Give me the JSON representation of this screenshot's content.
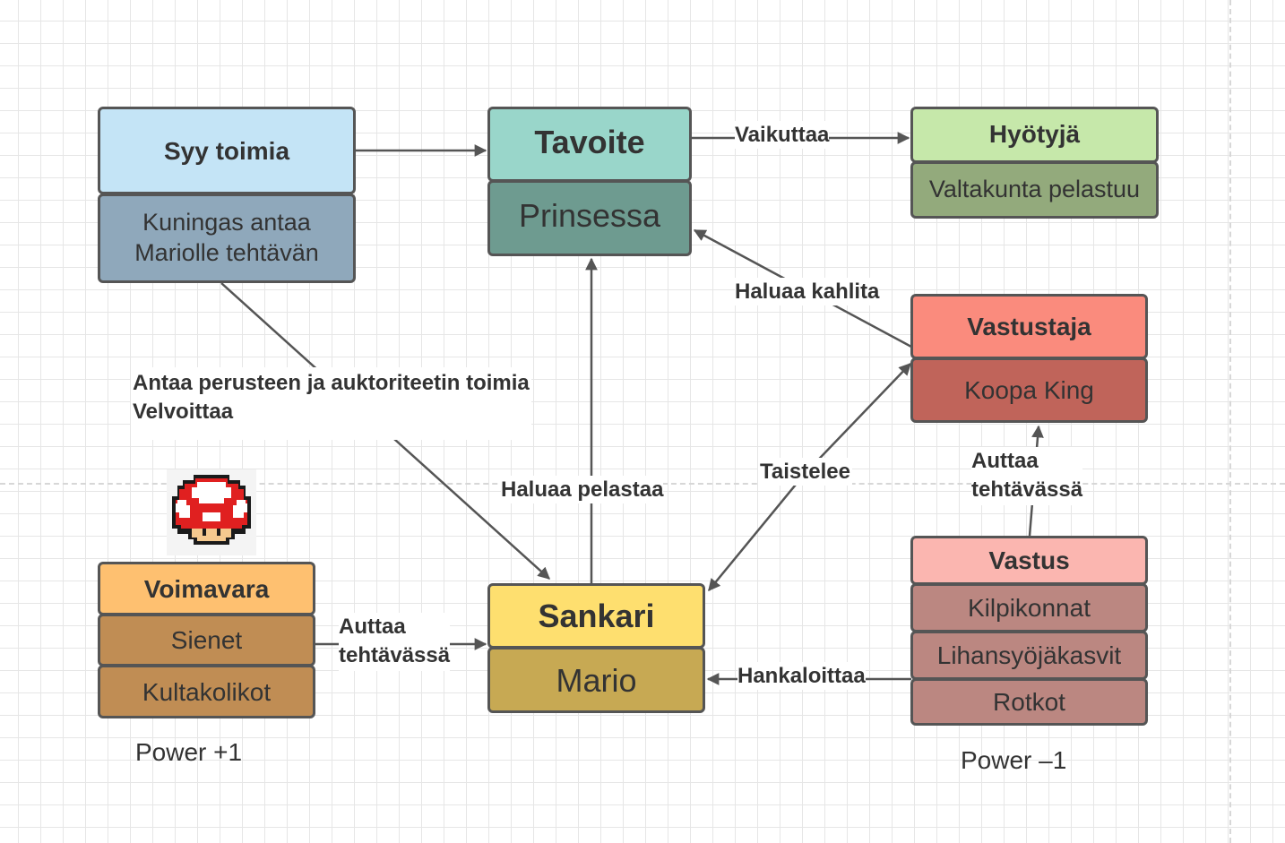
{
  "nodes": {
    "syy_toimia": {
      "header": "Syy toimia",
      "body": "Kuningas antaa\nMariolle tehtävän",
      "header_color": "#c4e4f6",
      "body_color": "#8fa8bb"
    },
    "tavoite": {
      "header": "Tavoite",
      "body": "Prinsessa",
      "header_color": "#99d6ca",
      "body_color": "#6e9b90"
    },
    "hyotyja": {
      "header": "Hyötyjä",
      "body": "Valtakunta pelastuu",
      "header_color": "#c6e8aa",
      "body_color": "#93aa7c"
    },
    "vastustaja": {
      "header": "Vastustaja",
      "body": "Koopa King",
      "header_color": "#fa8b7d",
      "body_color": "#c0645a"
    },
    "sankari": {
      "header": "Sankari",
      "body": "Mario",
      "header_color": "#fedf6f",
      "body_color": "#c7a953"
    },
    "voimavara": {
      "header": "Voimavara",
      "items": [
        "Sienet",
        "Kultakolikot"
      ],
      "header_color": "#fec070",
      "body_color": "#c08d54"
    },
    "vastus": {
      "header": "Vastus",
      "items": [
        "Kilpikonnat",
        "Lihansyöjäkasvit",
        "Rotkot"
      ],
      "header_color": "#fbb6b0",
      "body_color": "#bb8781"
    }
  },
  "edge_labels": {
    "vaikuttaa": "Vaikuttaa",
    "haluaa_kahlita": "Haluaa kahlita",
    "antaa_perusteen": "Antaa perusteen ja auktoriteetin toimia\nVelvoittaa",
    "haluaa_pelastaa": "Haluaa pelastaa",
    "taistelee": "Taistelee",
    "auttaa_vastus": "Auttaa\ntehtävässä",
    "auttaa_voimavara": "Auttaa\ntehtävässä",
    "hankaloittaa": "Hankaloittaa"
  },
  "captions": {
    "power_plus": "Power +1",
    "power_minus": "Power –1"
  },
  "colors": {
    "stroke": "#555555",
    "grid": "#e6e6e6",
    "mushroom_red": "#e02020",
    "mushroom_face": "#f4c98f"
  }
}
